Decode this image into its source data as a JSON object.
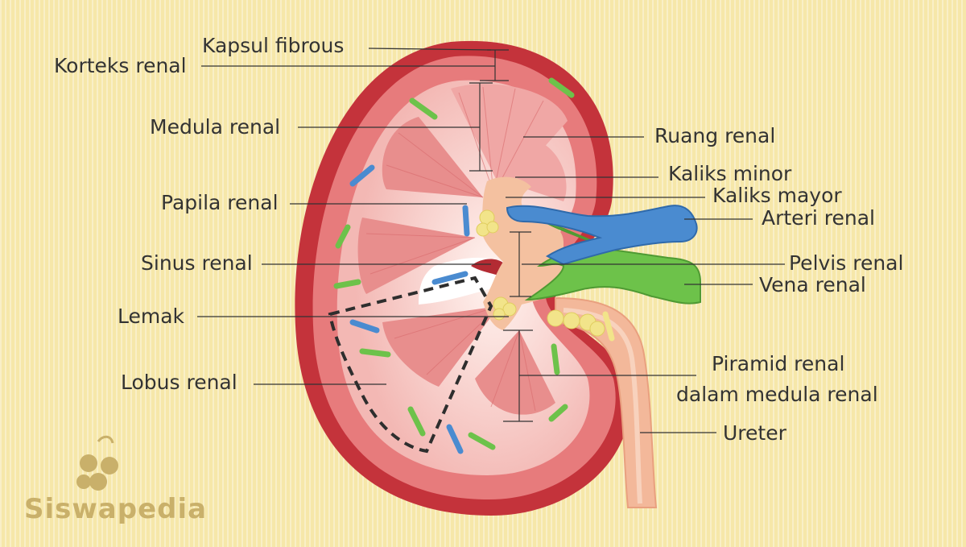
{
  "labels": {
    "kapsul_fibrous": "Kapsul fibrous",
    "korteks_renal": "Korteks renal",
    "medula_renal": "Medula renal",
    "ruang_renal": "Ruang renal",
    "kaliks_minor": "Kaliks minor",
    "kaliks_mayor": "Kaliks mayor",
    "papila_renal": "Papila renal",
    "arteri_renal": "Arteri renal",
    "sinus_renal": "Sinus renal",
    "pelvis_renal": "Pelvis renal",
    "vena_renal": "Vena renal",
    "lemak": "Lemak",
    "lobus_renal": "Lobus renal",
    "piramid_renal_line1": "Piramid renal",
    "piramid_renal_line2": "dalam medula renal",
    "ureter": "Ureter"
  },
  "logo": {
    "text": "Siswapedia"
  },
  "colors": {
    "background": "#f6e7a9",
    "capsule": "#c8383e",
    "cortex": "#e27a7a",
    "medulla": "#f2b3b3",
    "pyramid": "#e58f8f",
    "pelvis": "#f5c4a0",
    "artery": "#4a8bd0",
    "vein": "#6dc24a",
    "fat": "#f2e48a",
    "leader_line": "#333333",
    "logo": "#c9b06a"
  }
}
